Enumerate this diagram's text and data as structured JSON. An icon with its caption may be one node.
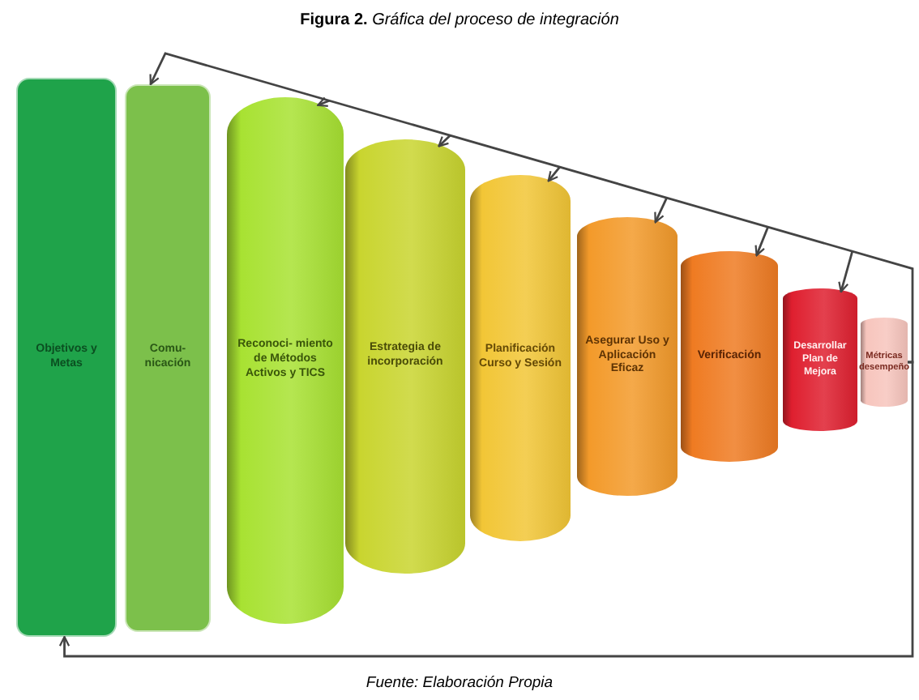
{
  "diagram": {
    "title": "**Figura 2.** *Gráfica del proceso de integración*",
    "caption": "Fuente: Elaboración Propia",
    "nodes": [
      {
        "text": [
          "Objetivos y Metas"
        ]
      },
      {
        "text": [
          "Comu- nicación"
        ]
      },
      {
        "text": [
          "Reconoci- miento de Métodos Activos y TICS"
        ]
      },
      {
        "text": [
          "Estrategia de incorporación"
        ]
      },
      {
        "text": [
          "Planificación Curso y Sesión"
        ]
      },
      {
        "text": [
          "Asegurar Uso y Aplicación Eficaz"
        ]
      },
      {
        "text": [
          "Verificación"
        ]
      },
      {
        "text": [
          "Desarrollar Plan de Mejora"
        ]
      },
      {
        "text": [
          "Métricas desempeño"
        ]
      }
    ],
    "edges": [
      {
        "from": 8,
        "to": 1,
        "arrow": "to"
      },
      {
        "from": 8,
        "to": 0,
        "arrow": "to"
      },
      {
        "from": null,
        "to": 2,
        "arrow": "to"
      },
      {
        "from": null,
        "to": 3,
        "arrow": "to"
      },
      {
        "from": null,
        "to": 4,
        "arrow": "to"
      },
      {
        "from": null,
        "to": 5,
        "arrow": "to"
      },
      {
        "from": null,
        "to": 6,
        "arrow": "to"
      },
      {
        "from": null,
        "to": 7,
        "arrow": "to"
      }
    ]
  }
}
